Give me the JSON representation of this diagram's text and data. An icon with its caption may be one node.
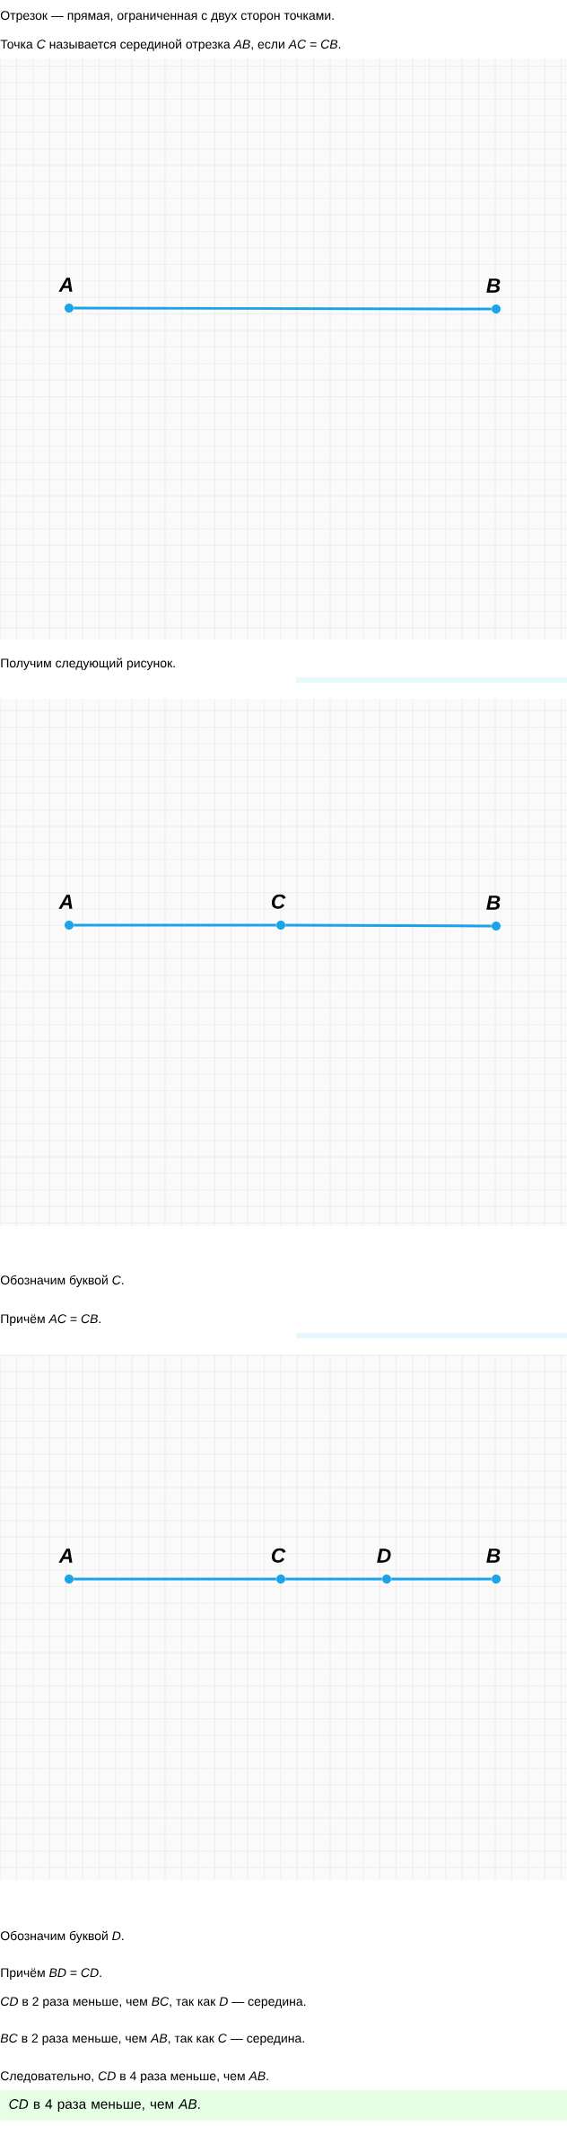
{
  "diagram": {
    "nodes": [
      {
        "text": [],
        "shape": "circle",
        "beside": [
          "A"
        ]
      },
      {
        "text": [],
        "shape": "circle",
        "beside": [
          "B"
        ]
      },
      {
        "text": [],
        "shape": "circle",
        "beside": [
          "A"
        ]
      },
      {
        "text": [],
        "shape": "circle",
        "beside": [
          "C"
        ]
      },
      {
        "text": [],
        "shape": "circle",
        "beside": [
          "B"
        ]
      },
      {
        "text": [],
        "shape": "circle",
        "beside": [
          "A"
        ]
      },
      {
        "text": [],
        "shape": "circle",
        "beside": [
          "C"
        ]
      },
      {
        "text": [],
        "shape": "circle",
        "beside": [
          "D"
        ]
      },
      {
        "text": [],
        "shape": "circle",
        "beside": [
          "B"
        ]
      },
      {
        "text": [
          "*CD* в 4 раза меньше, чем *AB*."
        ]
      }
    ],
    "edges": [
      {
        "from": 0,
        "to": 1,
        "arrow": "none"
      },
      {
        "from": 2,
        "to": 3,
        "arrow": "none"
      },
      {
        "from": 3,
        "to": 4,
        "arrow": "none"
      },
      {
        "from": 5,
        "to": 6,
        "arrow": "none"
      },
      {
        "from": 6,
        "to": 7,
        "arrow": "none"
      },
      {
        "from": 7,
        "to": 8,
        "arrow": "none"
      }
    ],
    "labels": [
      "Отрезок — прямая, ограниченная с двух сторон точками.",
      "Точка *C* называется серединой отрезка *AB*, если *AC* = *CB*.",
      "Получим следующий рисунок.",
      "Обозначим буквой *C*.",
      "Причём *AC* = *CB*.",
      "Обозначим буквой *D*.",
      "Причём *BD* = *CD*.",
      "*CD* в 2 раза меньше, чем *BC*, так как *D* — середина.",
      "*BC* в 2 раза меньше, чем *AB*, так как *C* — середина.",
      "Следовательно, *CD* в 4 раза меньше, чем *AB*."
    ]
  }
}
